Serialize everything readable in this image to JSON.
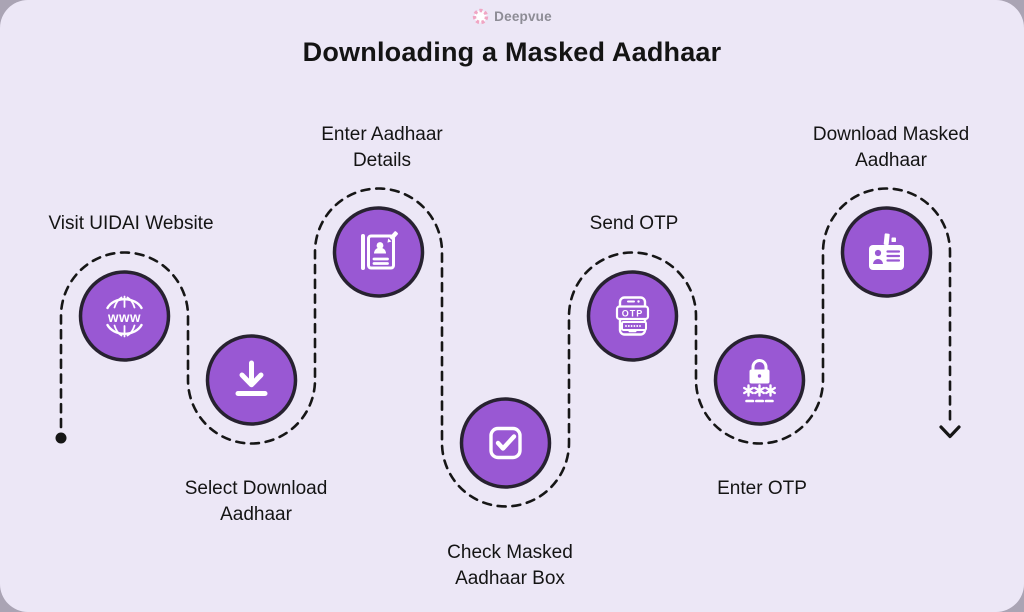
{
  "header": {
    "brand": "Deepvue",
    "title": "Downloading a Masked Aadhaar"
  },
  "colors": {
    "bg_outer": "#aaa4b4",
    "bg_card": "#ece7f6",
    "circle_fill": "#9958d3",
    "circle_border": "#272230",
    "path_color": "#161616",
    "text_color": "#141414",
    "logo_pink": "#f0a6c4",
    "logo_text": "#8d8c95"
  },
  "icon_texts": {
    "globe": "www",
    "otp_badge": "OTP"
  },
  "flow": {
    "start_marker": "dot",
    "end_marker": "arrow-down"
  },
  "steps": [
    {
      "icon": "globe-www-icon",
      "lines": [
        "Visit UIDAI Website"
      ]
    },
    {
      "icon": "download-icon",
      "lines": [
        "Select Download",
        "Aadhaar"
      ]
    },
    {
      "icon": "aadhaar-details-icon",
      "lines": [
        "Enter Aadhaar",
        "Details"
      ]
    },
    {
      "icon": "checkbox-checked-icon",
      "lines": [
        "Check Masked",
        "Aadhaar Box"
      ]
    },
    {
      "icon": "otp-phone-icon",
      "lines": [
        "Send OTP"
      ]
    },
    {
      "icon": "otp-lock-icon",
      "lines": [
        "Enter OTP"
      ]
    },
    {
      "icon": "id-card-icon",
      "lines": [
        "Download Masked",
        "Aadhaar"
      ]
    }
  ]
}
